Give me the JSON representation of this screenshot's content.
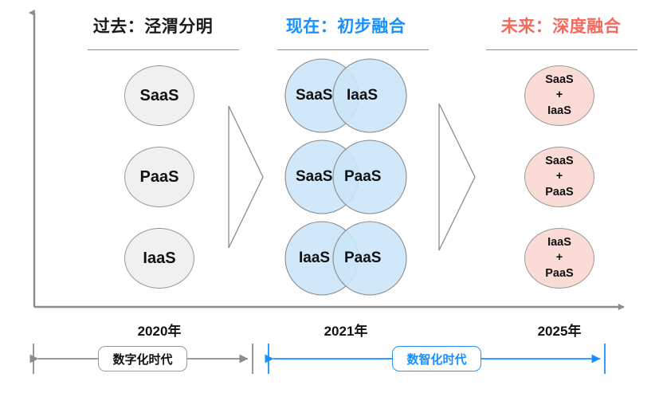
{
  "diagram": {
    "title_columns": [
      {
        "id": "past",
        "label": "过去：泾渭分明",
        "color": "#1a1a1a"
      },
      {
        "id": "now",
        "label": "现在：初步融合",
        "color": "#1890ff"
      },
      {
        "id": "future",
        "label": "未来：深度融合",
        "color": "#f4695e"
      }
    ],
    "axes": {
      "vertical_axis": "y-axis-arrow-up",
      "horizontal_axis": "x-axis-arrow-right",
      "axis_color": "#8c8c8c"
    },
    "past_column": {
      "circles": [
        {
          "label": "SaaS"
        },
        {
          "label": "PaaS"
        },
        {
          "label": "IaaS"
        }
      ],
      "fill": "#f0f0f0",
      "stroke": "#9a9a9a"
    },
    "now_column": {
      "venn_pairs": [
        {
          "left": "SaaS",
          "right": "IaaS"
        },
        {
          "left": "SaaS",
          "right": "PaaS"
        },
        {
          "left": "IaaS",
          "right": "PaaS"
        }
      ],
      "fill": "#b7ddf5",
      "stroke": "#8a8a8a"
    },
    "future_column": {
      "circles": [
        {
          "line1": "SaaS",
          "line2": "+",
          "line3": "IaaS"
        },
        {
          "line1": "SaaS",
          "line2": "+",
          "line3": "PaaS"
        },
        {
          "line1": "IaaS",
          "line2": "+",
          "line3": "PaaS"
        }
      ],
      "fill": "#fadbd6",
      "stroke": "#9a9a9a"
    },
    "transition_arrows": [
      {
        "id": "arrow-past-to-now",
        "shape": "chevron-right-outline",
        "color": "#8c8c8c"
      },
      {
        "id": "arrow-now-to-future",
        "shape": "chevron-right-outline",
        "color": "#8c8c8c"
      }
    ],
    "years": [
      {
        "label": "2020年"
      },
      {
        "label": "2021年"
      },
      {
        "label": "2025年"
      }
    ],
    "eras": [
      {
        "id": "digital",
        "label": "数字化时代",
        "color": "#8c8c8c",
        "text_color": "#111111"
      },
      {
        "id": "digital-intel",
        "label": "数智化时代",
        "color": "#1890ff",
        "text_color": "#1890ff"
      }
    ]
  }
}
